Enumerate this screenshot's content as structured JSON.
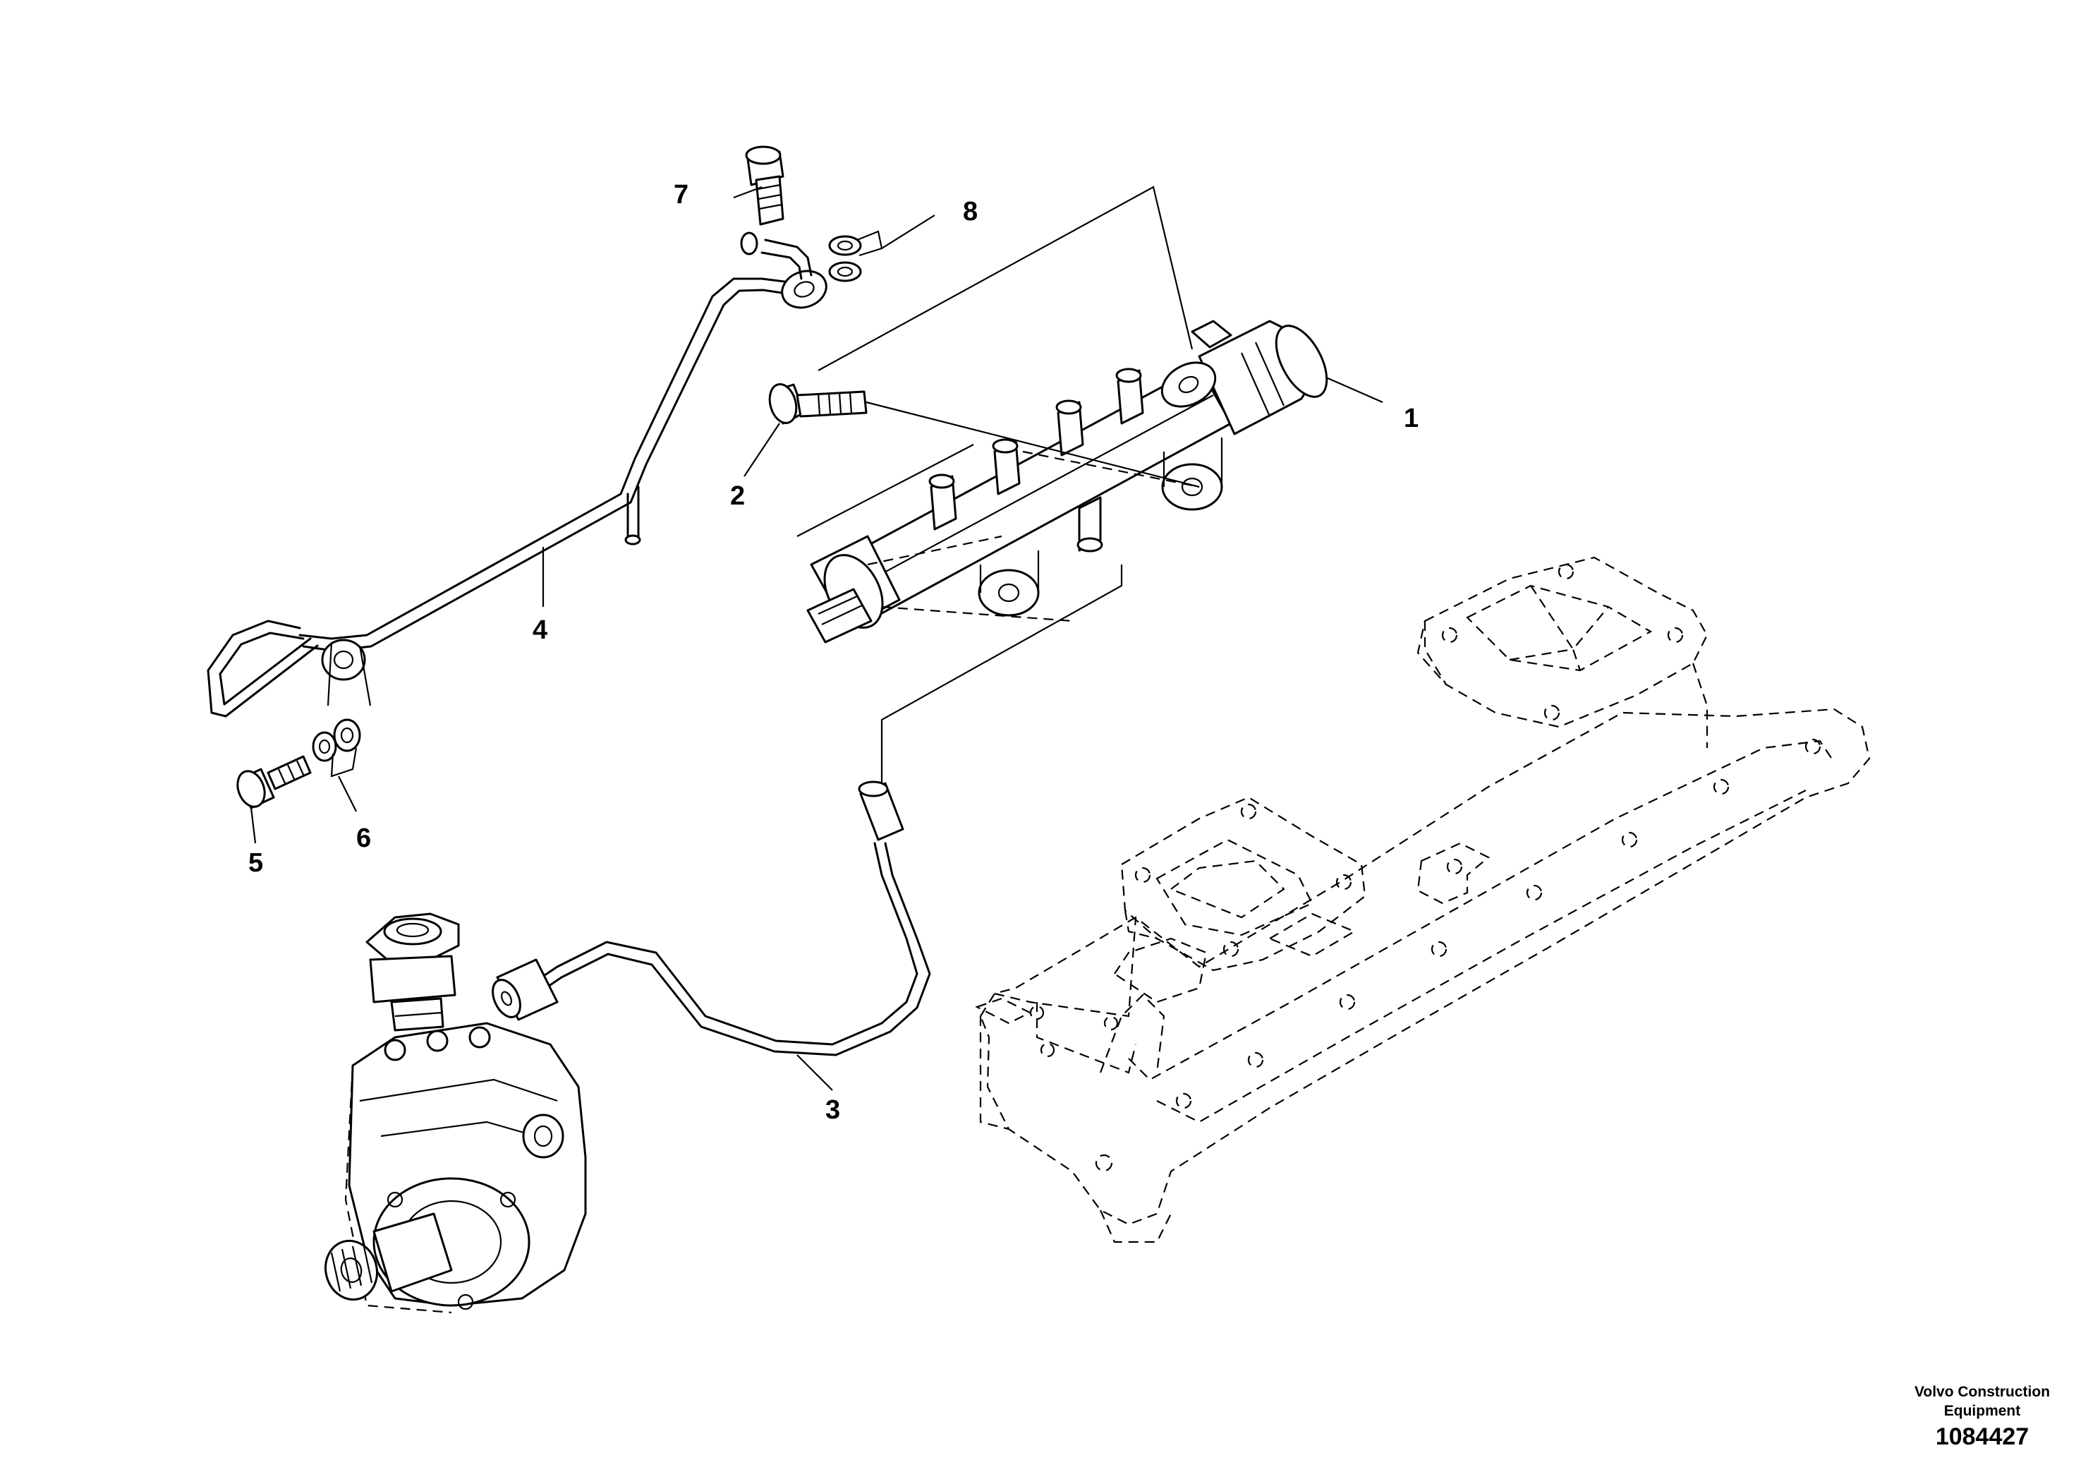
{
  "callouts": [
    {
      "id": "1",
      "label": "1"
    },
    {
      "id": "2",
      "label": "2"
    },
    {
      "id": "3",
      "label": "3"
    },
    {
      "id": "4",
      "label": "4"
    },
    {
      "id": "5",
      "label": "5"
    },
    {
      "id": "6",
      "label": "6"
    },
    {
      "id": "7",
      "label": "7"
    },
    {
      "id": "8",
      "label": "8"
    }
  ],
  "footer": {
    "brand_line1": "Volvo Construction",
    "brand_line2": "Equipment",
    "drawing_number": "1084427"
  }
}
